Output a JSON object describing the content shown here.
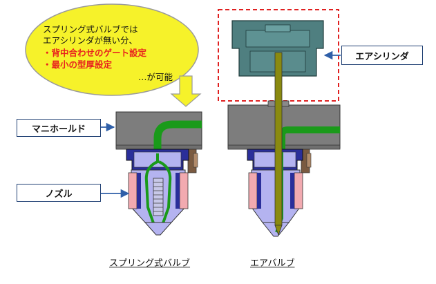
{
  "callout": {
    "line1": "スプリング式バルブでは",
    "line2": "エアシリンダが無い分、",
    "bullet1": "・背中合わせのゲート設定",
    "bullet2": "・最小の型厚設定",
    "tail": "…が可能"
  },
  "labels": {
    "manifold": "マニホールド",
    "nozzle": "ノズル",
    "air_cylinder": "エアシリンダ"
  },
  "captions": {
    "spring_valve": "スプリング式バルブ",
    "air_valve": "エアバルブ"
  },
  "colors": {
    "bubble_fill": "#f6f22a",
    "bubble_stroke": "#9a9a9a",
    "highlight_red": "#e8231e",
    "manifold_gray": "#7d7d7d",
    "flow_green": "#1a9a1a",
    "cylinder_teal": "#4f7f80",
    "stem_olive": "#8a8a10",
    "nozzle_lavender": "#b4b3f0",
    "heater_pink": "#f2aab0",
    "dark_blue": "#2a2e9a",
    "label_border": "#1f3f73",
    "dash_red": "#e02020"
  }
}
